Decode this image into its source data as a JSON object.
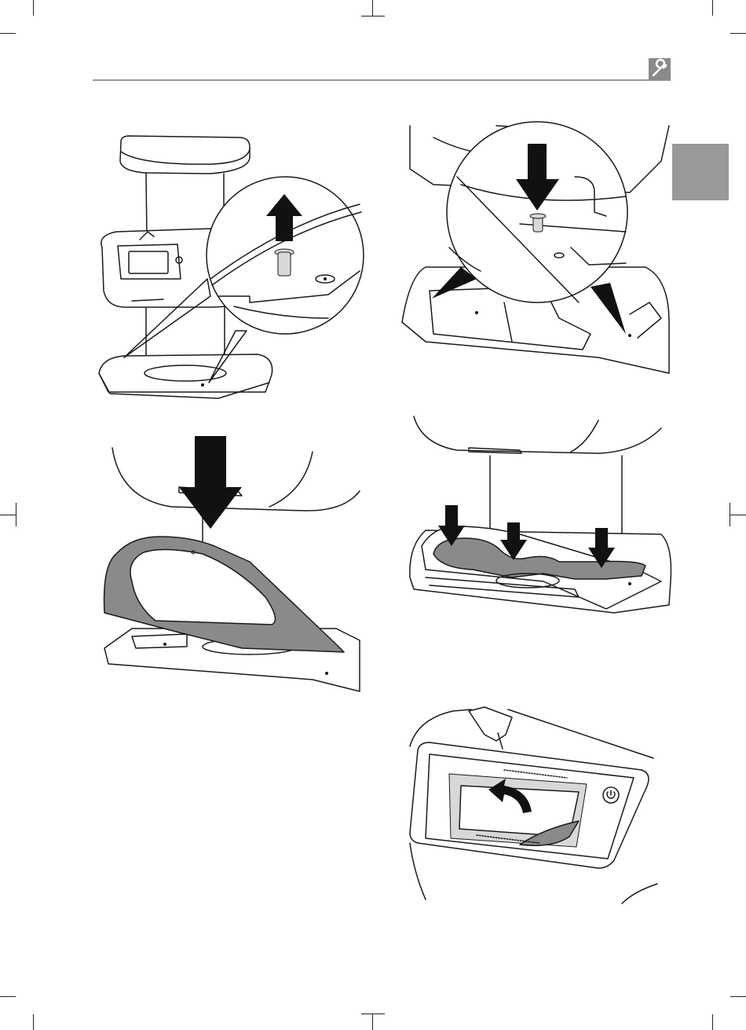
{
  "header": {
    "section_icon": "wrench-icon",
    "chapter_tab_color": "#999999",
    "rule_color": "#9a9a9a"
  },
  "illustrations": [
    {
      "id": "fig1",
      "depicts": "unscrew-screw-upward",
      "icon": "arrow-up-icon"
    },
    {
      "id": "fig2",
      "depicts": "insert-screw-downward",
      "icon": "arrow-down-icon"
    },
    {
      "id": "fig3",
      "depicts": "place-cover-frame-down",
      "icon": "arrow-down-icon"
    },
    {
      "id": "fig4",
      "depicts": "press-cover-frame-in-three-points",
      "icon": "arrow-down-icon"
    },
    {
      "id": "fig5",
      "depicts": "peel-off-display-film",
      "icon": "curved-arrow-icon"
    }
  ],
  "colors": {
    "ink": "#1a1a1a",
    "highlight_part": "#8a8a8a",
    "arrow": "#111111"
  }
}
